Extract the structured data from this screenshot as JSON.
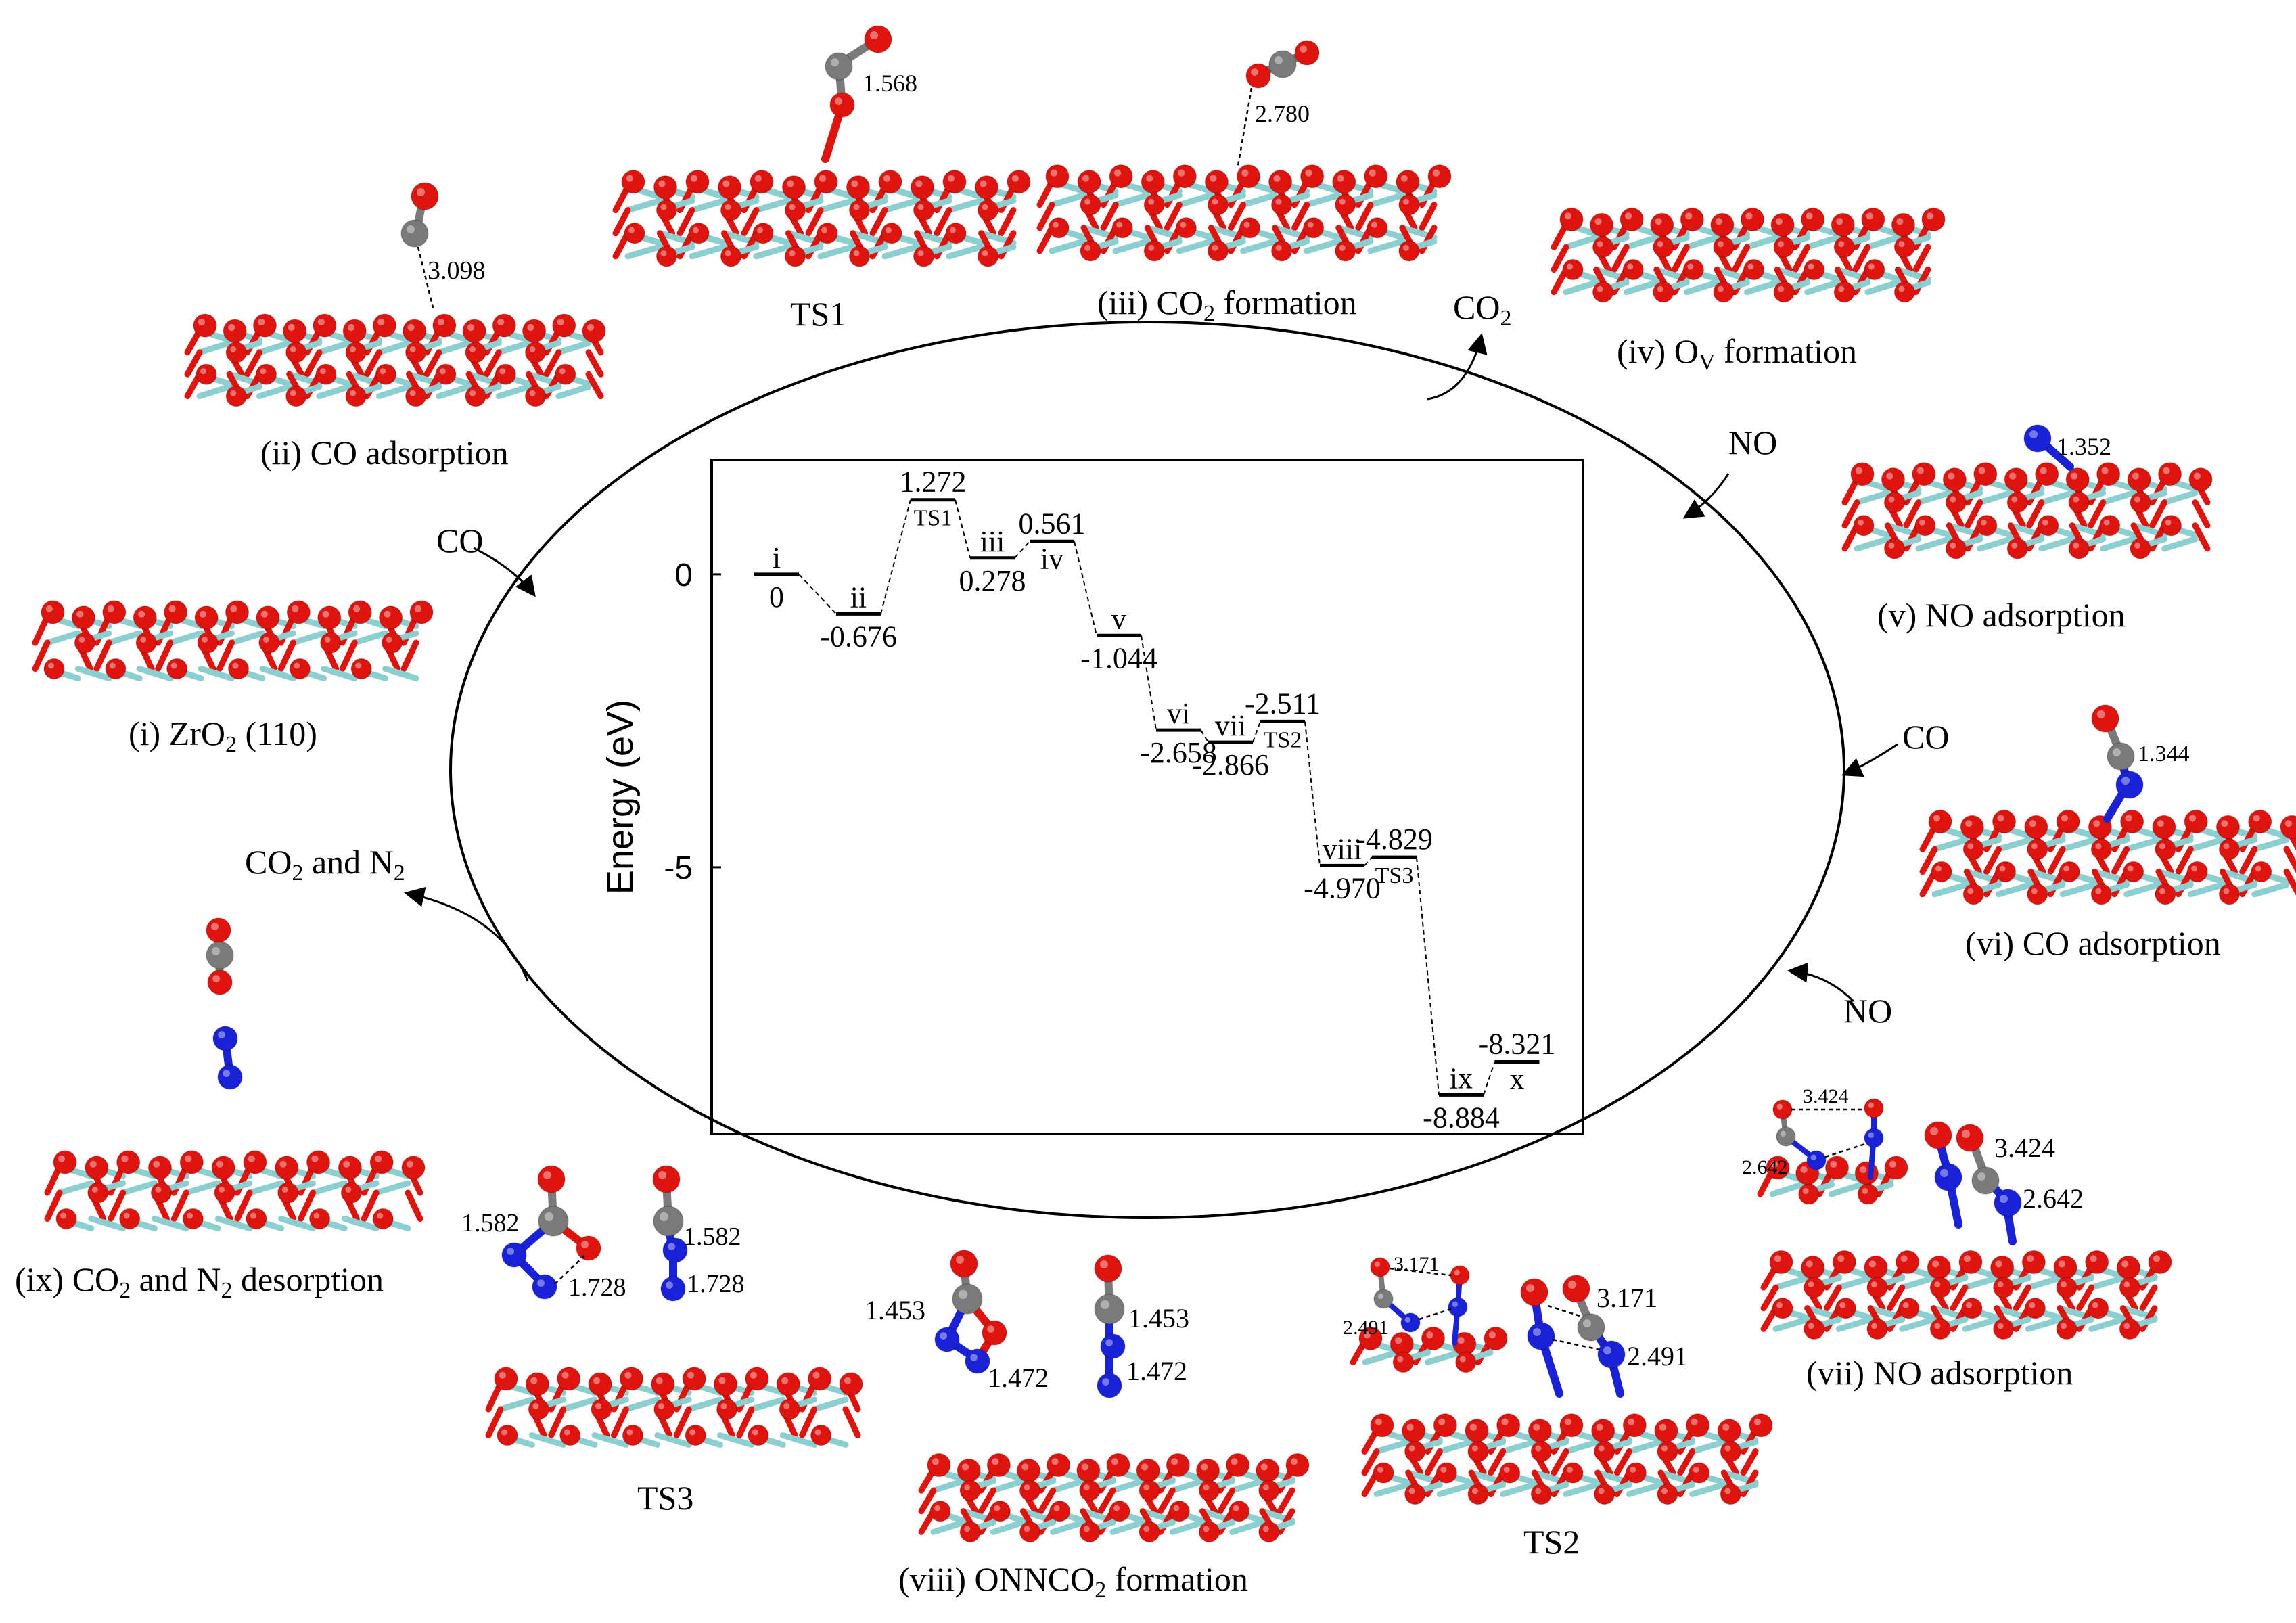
{
  "chart_data": {
    "type": "energy-profile",
    "ylabel": "Energy (eV)",
    "yticks": [
      0,
      -5
    ],
    "ylim": [
      1.95,
      -9.55
    ],
    "states": [
      {
        "label": "i",
        "value": 0,
        "value_text": "0",
        "label_pos": "top",
        "x": 0.4
      },
      {
        "label": "ii",
        "value": -0.676,
        "value_text": "-0.676",
        "label_pos": "top",
        "x": 1.5
      },
      {
        "label": "TS1",
        "value": 1.272,
        "value_text": "1.272",
        "label_pos": "top",
        "x": 2.5,
        "ts": true
      },
      {
        "label": "iii",
        "value": 0.278,
        "value_text": "0.278",
        "label_pos": "top",
        "x": 3.3
      },
      {
        "label": "iv",
        "value": 0.561,
        "value_text": "0.561",
        "label_pos": "bottom",
        "x": 4.1
      },
      {
        "label": "v",
        "value": -1.044,
        "value_text": "-1.044",
        "label_pos": "top",
        "x": 5.0
      },
      {
        "label": "vi",
        "value": -2.658,
        "value_text": "-2.658",
        "label_pos": "top",
        "x": 5.8
      },
      {
        "label": "vii",
        "value": -2.866,
        "value_text": "-2.866",
        "label_pos": "top",
        "x": 6.5
      },
      {
        "label": "TS2",
        "value": -2.511,
        "value_text": "-2.511",
        "label_pos": "top",
        "x": 7.2,
        "ts": true
      },
      {
        "label": "viii",
        "value": -4.97,
        "value_text": "-4.970",
        "label_pos": "top",
        "x": 8.0
      },
      {
        "label": "TS3",
        "value": -4.829,
        "value_text": "-4.829",
        "label_pos": "top",
        "x": 8.7,
        "ts": true
      },
      {
        "label": "ix",
        "value": -8.884,
        "value_text": "-8.884",
        "label_pos": "top",
        "x": 9.6
      },
      {
        "label": "x",
        "value": -8.321,
        "value_text": "-8.321",
        "label_pos": "bottom",
        "x": 10.35
      }
    ]
  },
  "captions": {
    "i": {
      "pre": "(i) ZrO",
      "sub": "2",
      "post": " (110)"
    },
    "ii": {
      "pre": "(ii) CO adsorption"
    },
    "ts1": {
      "pre": "TS1"
    },
    "iii": {
      "pre": "(iii) CO",
      "sub": "2",
      "post": " formation"
    },
    "iv": {
      "pre": "(iv) O",
      "sub": "V",
      "post": " formation"
    },
    "v": {
      "pre": "(v) NO adsorption"
    },
    "vi": {
      "pre": "(vi) CO adsorption"
    },
    "vii": {
      "pre": "(vii) NO adsorption"
    },
    "ts2": {
      "pre": "TS2"
    },
    "viii": {
      "pre": "(viii) ONNCO",
      "sub": "2",
      "post": " formation"
    },
    "ts3": {
      "pre": "TS3"
    },
    "ix": {
      "pre": "(ix) CO",
      "sub": "2",
      "pre2": " and N",
      "sub2": "2",
      "post": " desorption"
    }
  },
  "arrows": {
    "co_in_left": "CO",
    "co2_out": {
      "pre": "CO",
      "sub": "2"
    },
    "no_in_1": "NO",
    "co_in_right": "CO",
    "no_in_2": "NO",
    "co2_n2_out": {
      "pre": "CO",
      "sub": "2",
      "mid": " and N",
      "sub2": "2"
    }
  },
  "distances": {
    "ii": "3.098",
    "ts1": "1.568",
    "iii": "2.780",
    "v": "1.352",
    "vi": "1.344",
    "vii_a": "3.424",
    "vii_b": "2.642",
    "vii_c": "3.424",
    "vii_d": "2.642",
    "ts2_a": "3.171",
    "ts2_b": "2.491",
    "ts2_c": "3.171",
    "ts2_d": "2.491",
    "viii_a": "1.453",
    "viii_b": "1.472",
    "viii_c": "1.453",
    "viii_d": "1.472",
    "ts3_a": "1.582",
    "ts3_b": "1.728",
    "ts3_c": "1.582",
    "ts3_d": "1.728"
  },
  "colors": {
    "oxygen": "#e0140f",
    "zirconium": "#8ccfd0",
    "carbon": "#7a7a7a",
    "nitrogen": "#1a22d8",
    "line": "#000000"
  }
}
